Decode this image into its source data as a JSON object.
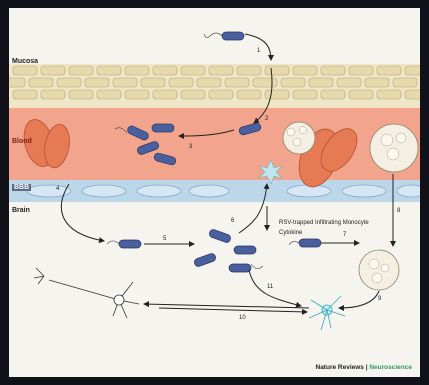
{
  "labels": {
    "mucosa": "Mucosa",
    "blood": "Blood",
    "bbb": "BBB",
    "brain": "Brain"
  },
  "steps": [
    "1",
    "2",
    "3",
    "4",
    "5",
    "6",
    "7",
    "8",
    "9",
    "10",
    "11"
  ],
  "captions": {
    "pathogen": "RSV-trapped Infiltrating Monocyte",
    "cytokine": "Cytokine"
  },
  "credit": {
    "journal": "Nature Reviews",
    "separator": " | ",
    "section": "Neuroscience"
  },
  "colors": {
    "background": "#f6f4ee",
    "mucosa": "#efe6c8",
    "blood": "#f2a58c",
    "bbb": "#bcd7ea",
    "bacteria": "#4a5f9e",
    "rbc": "#e57a55",
    "cell": "#f4efe2"
  }
}
